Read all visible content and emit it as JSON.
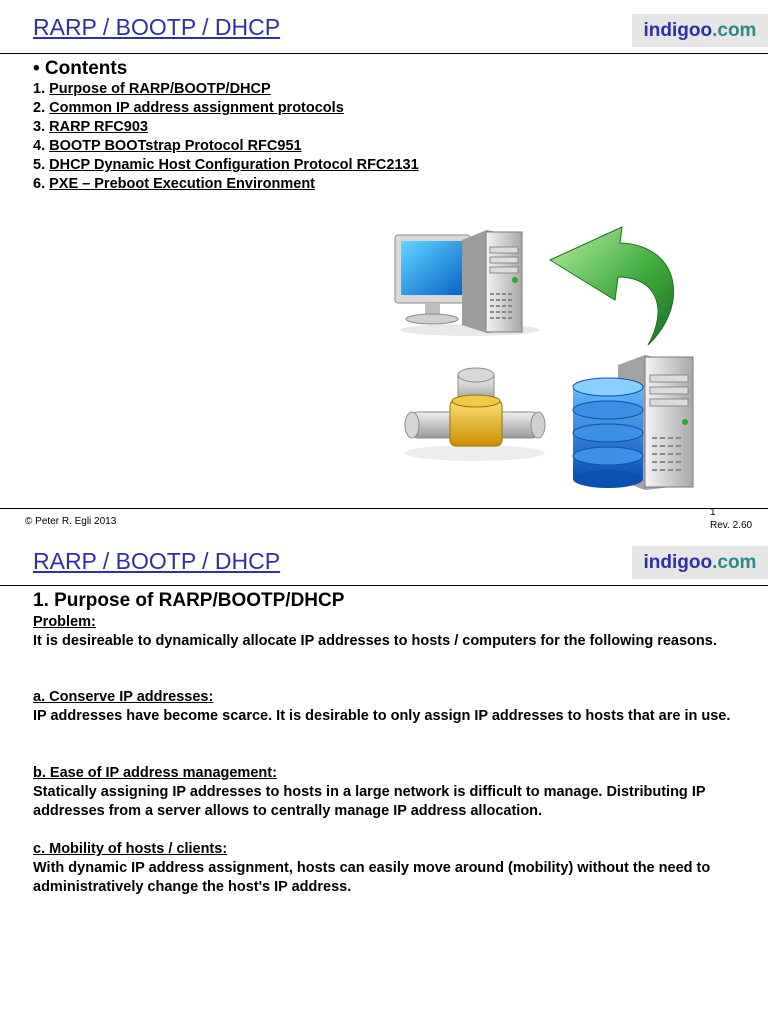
{
  "slide1": {
    "title": "RARP / BOOTP / DHCP",
    "logo": {
      "part1": "indigoo",
      "part2": ".com"
    },
    "contents_heading": "• Contents",
    "toc": [
      {
        "num": "1. ",
        "label": "Purpose of RARP/BOOTP/DHCP"
      },
      {
        "num": "2. ",
        "label": "Common IP address assignment protocols"
      },
      {
        "num": "3. ",
        "label": "RARP RFC903"
      },
      {
        "num": "4. ",
        "label": "BOOTP BOOTstrap Protocol RFC951"
      },
      {
        "num": "5. ",
        "label": "DHCP Dynamic Host Configuration Protocol RFC2131"
      },
      {
        "num": "6. ",
        "label": "PXE – Preboot Execution Environment"
      }
    ],
    "footer": {
      "copyright": "© Peter R. Egli 2013",
      "page": "1",
      "rev": "Rev. 2.60"
    },
    "illustration_icons": [
      "workstation-icon",
      "curved-arrow-icon",
      "network-hub-icon",
      "database-server-icon"
    ]
  },
  "slide2": {
    "title": "RARP / BOOTP / DHCP",
    "logo": {
      "part1": "indigoo",
      "part2": ".com"
    },
    "heading": "1. Purpose of RARP/BOOTP/DHCP",
    "problem_label": "Problem:",
    "problem_text": "It is desireable to dynamically allocate IP addresses to hosts / computers for the following reasons.",
    "a_label": "a. Conserve IP addresses:",
    "a_text": "IP addresses have become scarce. It is desirable to only assign IP addresses to hosts that are in use.",
    "b_label": "b. Ease of IP address management:",
    "b_text": "Statically assigning IP addresses to hosts in a large network is difficult to manage. Distributing IP addresses from a server allows to centrally manage IP address allocation.",
    "c_label": "c. Mobility of hosts / clients:",
    "c_text": "With dynamic IP address assignment, hosts can easily move around (mobility) without the need to administratively change the host's IP address."
  },
  "colors": {
    "title_blue": "#2f2fa8",
    "logo_teal": "#2a8a8a",
    "logo_bg": "#e6e6e6"
  }
}
